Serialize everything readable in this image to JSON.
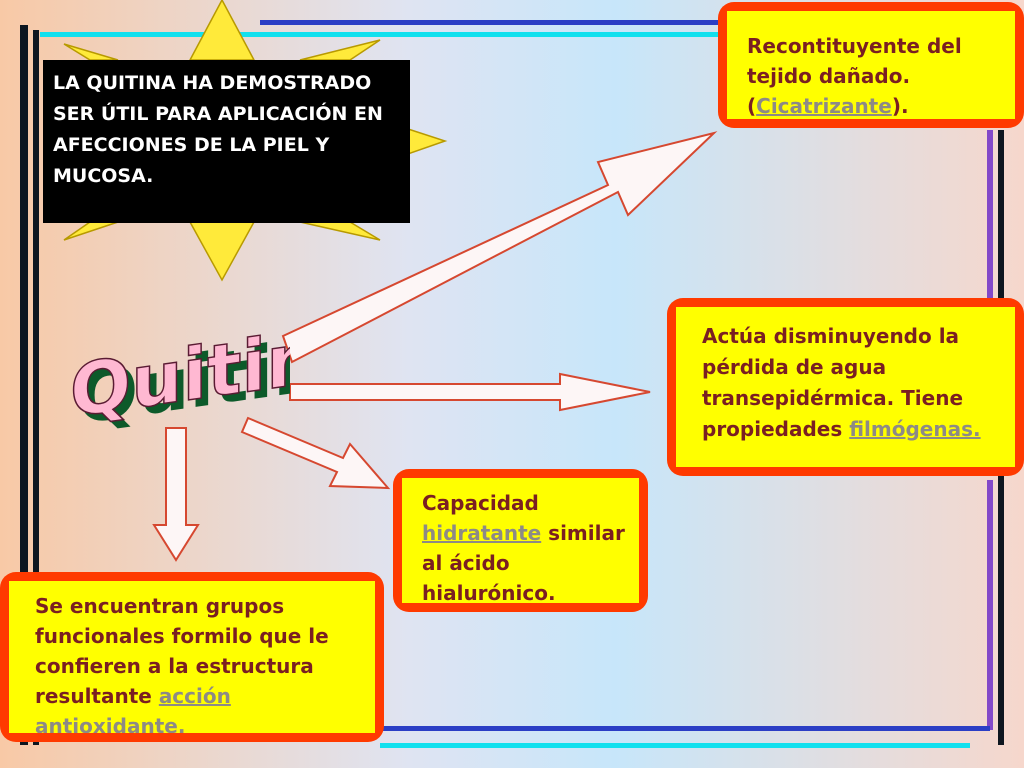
{
  "callout": {
    "text": "LA QUITINA HA DEMOSTRADO SER ÚTIL PARA  APLICACIÓN EN AFECCIONES DE LA PIEL Y MUCOSA."
  },
  "center_label": "Quitina",
  "cards": {
    "top_right": {
      "text1": "Recontituyente del tejido dañado. (",
      "link": "Cicatrizante",
      "text2": ")."
    },
    "middle_right": {
      "text1": "Actúa disminuyendo la pérdida de agua transepidérmica. Tiene propiedades ",
      "link": "filmógenas."
    },
    "center": {
      "text1": "Capacidad ",
      "link": "hidratante",
      "text2": " similar al ácido hialurónico."
    },
    "bottom_left": {
      "text1": "Se encuentran grupos funcionales formilo que le confieren a la estructura resultante ",
      "link": "acción antioxidante."
    }
  },
  "colors": {
    "card_border": "#ff3a00",
    "card_fill": "#ffff00",
    "card_text": "#7a1f22",
    "link_text": "#8d8a86",
    "quitina_fill": "#ffb8d2",
    "quitina_shadow": "#0d5a2a",
    "sun": "#ffea3a"
  }
}
